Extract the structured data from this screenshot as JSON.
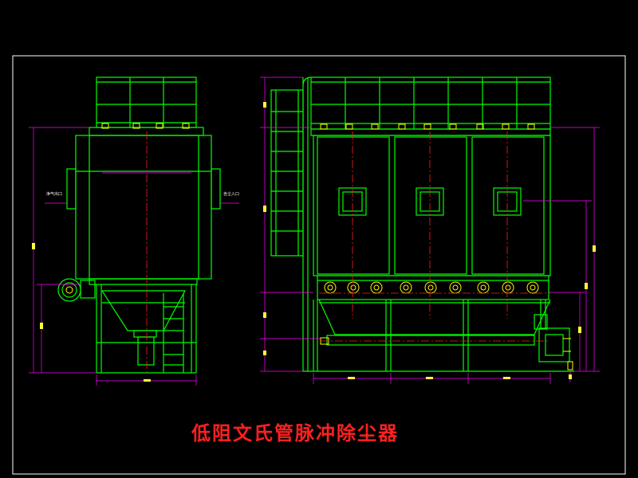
{
  "title": "低阻文氏管脉冲除尘器",
  "labels": {
    "outlet": "净气出口",
    "inlet": "含尘入口"
  },
  "colors": {
    "background": "#000000",
    "frame": "#ffffff",
    "structure": "#00ff00",
    "dimension": "#ff00ff",
    "centerline": "#ff2020",
    "detail": "#ffff00",
    "title": "#ff2020"
  }
}
